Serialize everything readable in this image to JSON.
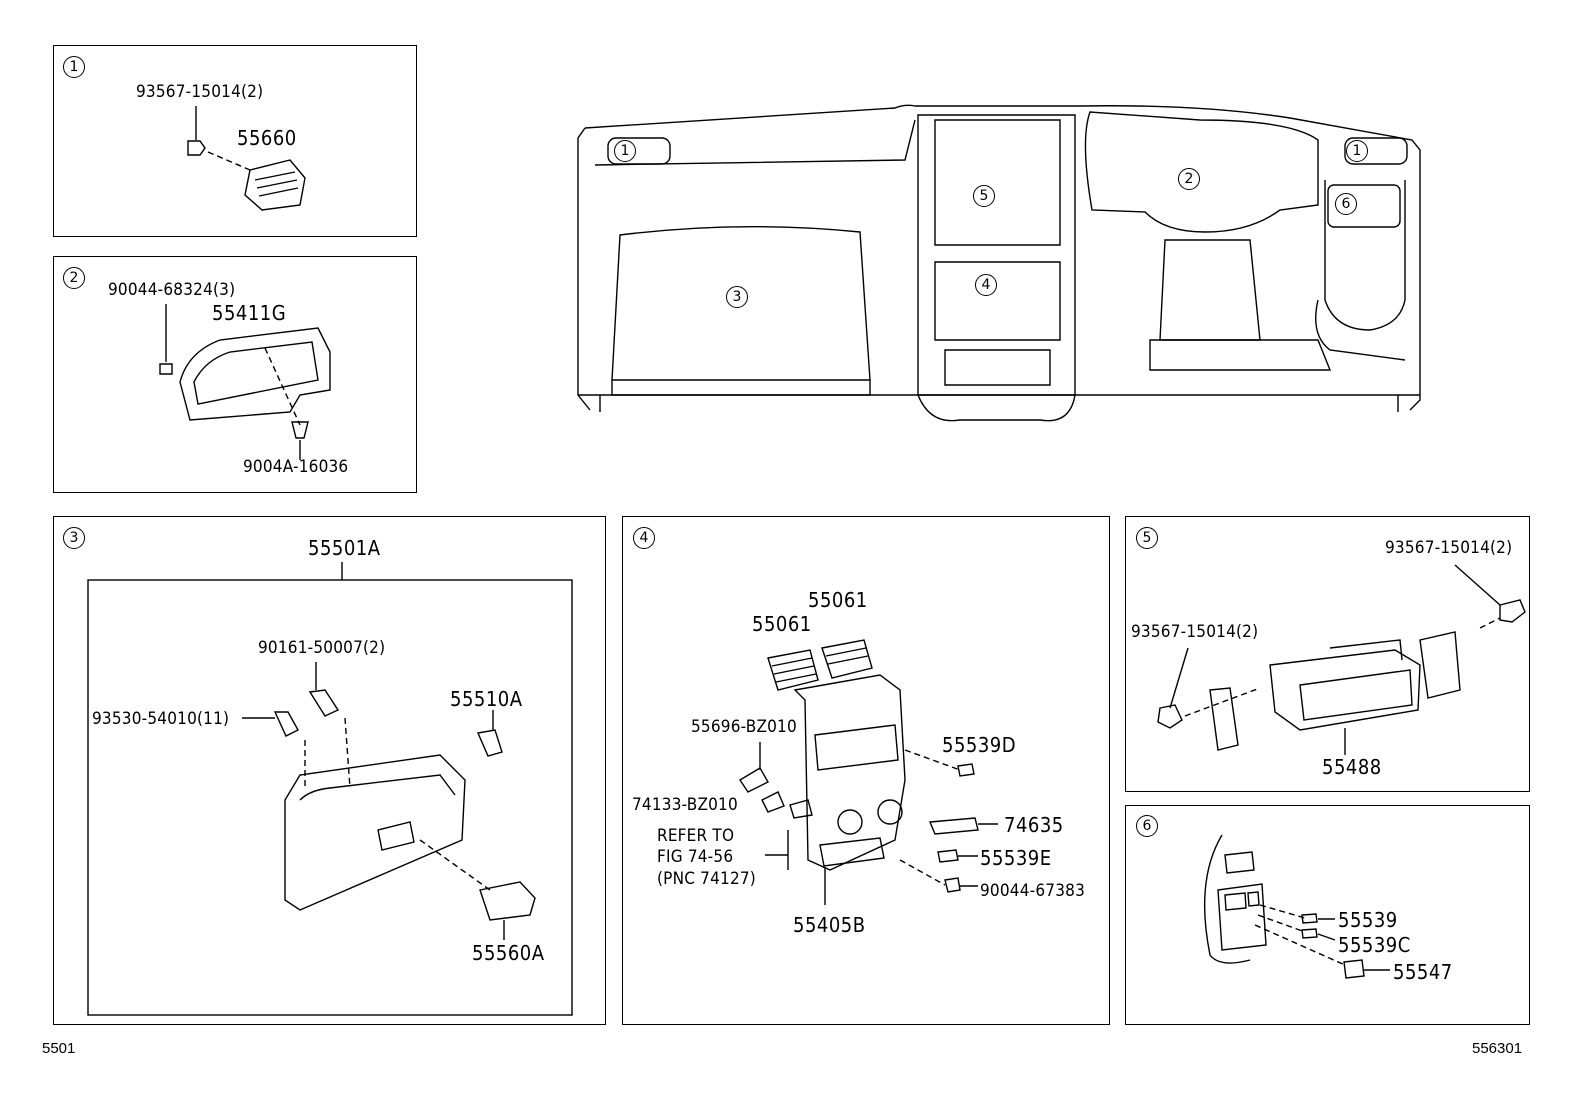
{
  "panels": [
    {
      "num": "1",
      "labels": [
        "93567-15014(2)",
        "55660"
      ]
    },
    {
      "num": "2",
      "labels": [
        "90044-68324(3)",
        "55411G",
        "9004A-16036"
      ]
    },
    {
      "num": "3",
      "labels": [
        "55501A",
        "90161-50007(2)",
        "93530-54010(11)",
        "55510A",
        "55560A"
      ]
    },
    {
      "num": "4",
      "labels": [
        "55061",
        "55061",
        "55696-BZ010",
        "74133-BZ010",
        "REFER TO",
        "FIG 74-56",
        "(PNC 74127)",
        "55405B",
        "55539D",
        "74635",
        "55539E",
        "90044-67383"
      ]
    },
    {
      "num": "5",
      "labels": [
        "93567-15014(2)",
        "93567-15014(2)",
        "55488"
      ]
    },
    {
      "num": "6",
      "labels": [
        "55539",
        "55539C",
        "55547"
      ]
    }
  ],
  "dashboard_callouts": [
    "1",
    "1",
    "2",
    "3",
    "4",
    "5",
    "6"
  ],
  "footer": {
    "left_code": "5501",
    "right_code": "556301"
  }
}
